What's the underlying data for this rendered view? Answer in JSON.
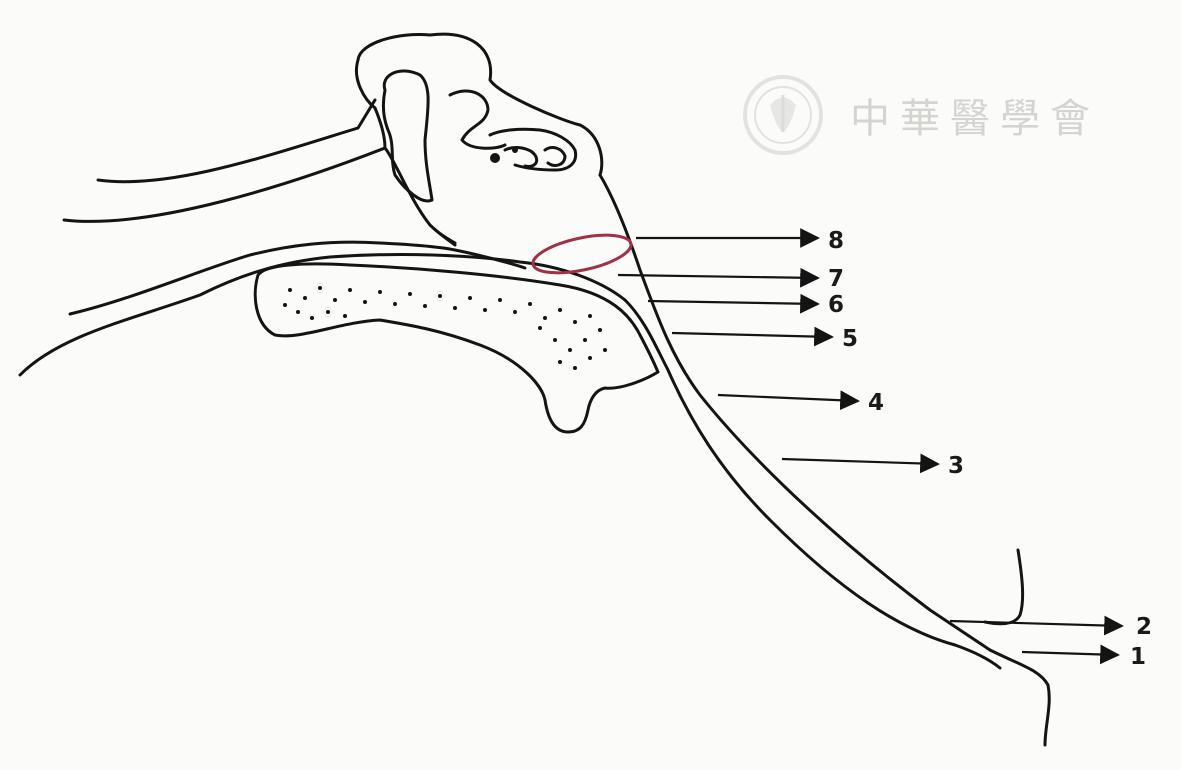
{
  "watermark": {
    "text": "中華醫學會",
    "icon": "seal-logo-icon"
  },
  "labels": [
    "1",
    "2",
    "3",
    "4",
    "5",
    "6",
    "7",
    "8"
  ],
  "colors": {
    "ink": "#141414",
    "highlight": "#a33045",
    "paper": "#fbfbf9",
    "watermark": "#d4d4d0"
  }
}
